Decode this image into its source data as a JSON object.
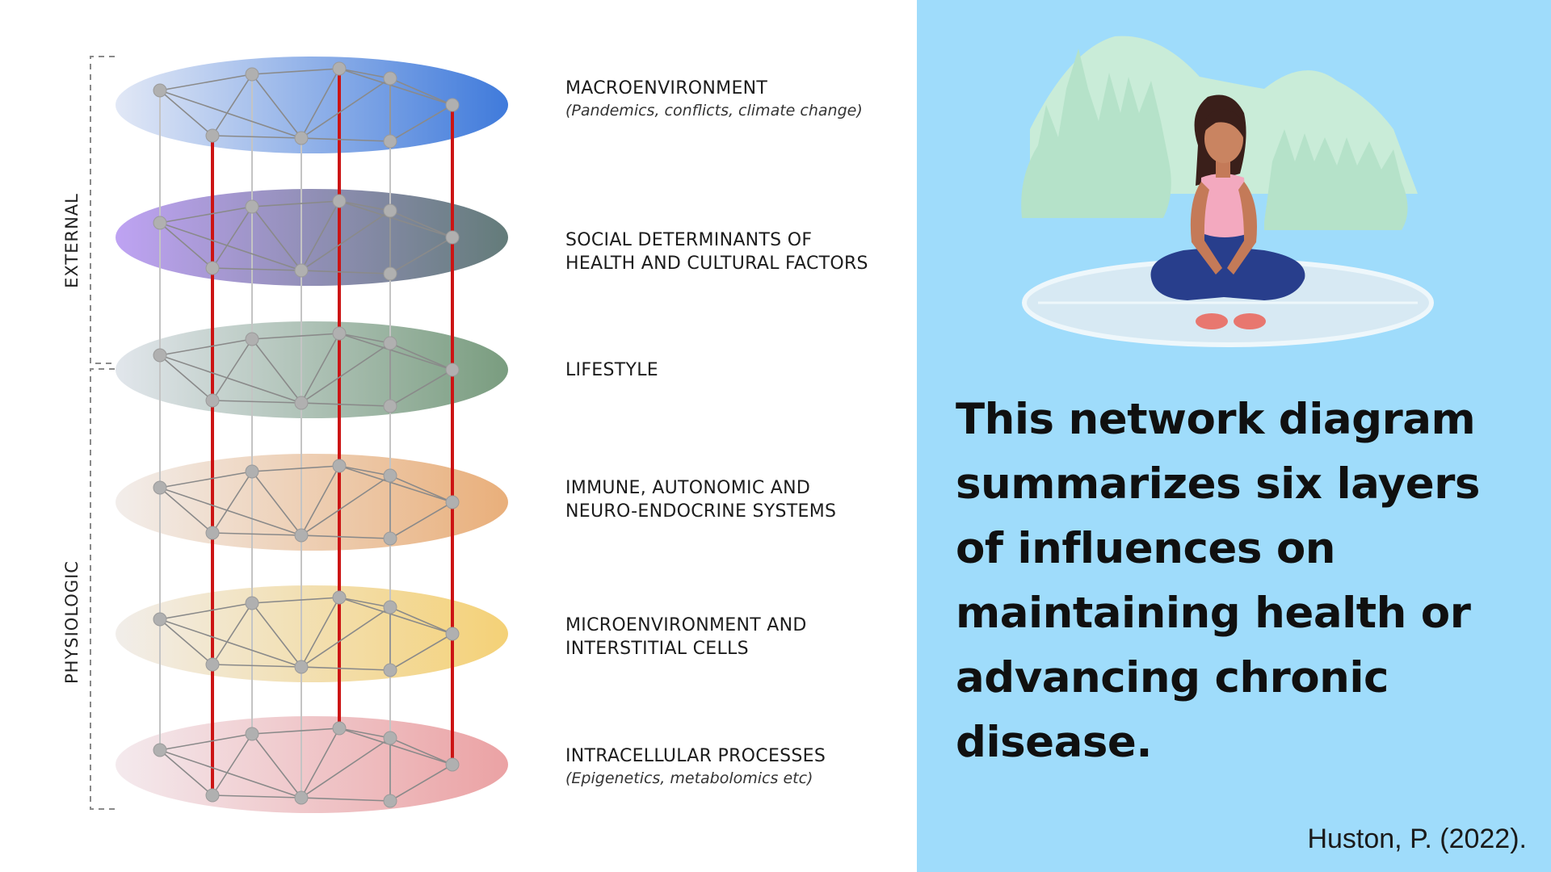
{
  "diagram": {
    "groups": [
      {
        "label": "EXTERNAL"
      },
      {
        "label": "PHYSIOLOGIC"
      }
    ],
    "layers": [
      {
        "title": "MACROENVIRONMENT",
        "subtitle": "(Pandemics, conflicts, climate change)",
        "color_from": "#dfe6f5",
        "color_to": "#2f6fd8"
      },
      {
        "title": "SOCIAL DETERMINANTS OF\nHEALTH AND CULTURAL FACTORS",
        "subtitle": "",
        "color_from": "#b99bf2",
        "color_to": "#56706e"
      },
      {
        "title": "LIFESTYLE",
        "subtitle": "",
        "color_from": "#dfe4ea",
        "color_to": "#6e9474"
      },
      {
        "title": "IMMUNE, AUTONOMIC AND\nNEURO-ENDOCRINE SYSTEMS",
        "subtitle": "",
        "color_from": "#f1ece9",
        "color_to": "#e7a86f"
      },
      {
        "title": "MICROENVIRONMENT AND\nINTERSTITIAL CELLS",
        "subtitle": "",
        "color_from": "#f0ece8",
        "color_to": "#f3cd6b"
      },
      {
        "title": "INTRACELLULAR PROCESSES",
        "subtitle": "(Epigenetics, metabolomics etc)",
        "color_from": "#f3e8ec",
        "color_to": "#e99a9c"
      }
    ],
    "colors": {
      "node": "#b0b0b0",
      "edge": "#8a8a8a",
      "vertical_grey": "#c4c4c4",
      "vertical_red": "#cc1414"
    }
  },
  "caption": "This network diagram summarizes six layers of influences on maintaining health or advancing chronic disease.",
  "citation": "Huston, P. (2022).",
  "illustration": {
    "background": "#9fdcfb",
    "trees": "#b5e2c9",
    "mountain": "#c9ecd8",
    "person_top": "#f3a9bf",
    "person_pants": "#283e8c",
    "platform": "#d7e9f3"
  }
}
